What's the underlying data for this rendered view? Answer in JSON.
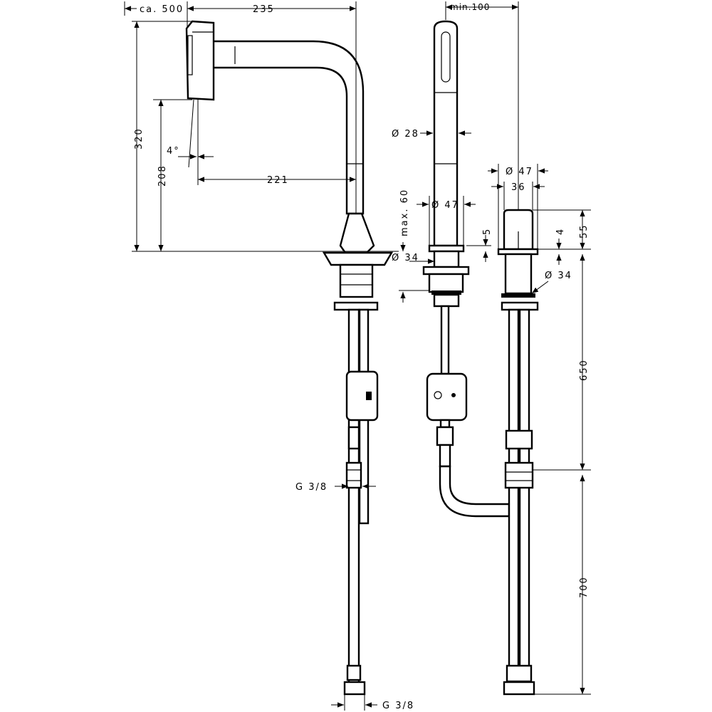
{
  "dimensions": {
    "spray_reach": "ca. 500",
    "spout_reach": "235",
    "min_clearance": "min.100",
    "total_height": "320",
    "spout_height": "208",
    "spray_angle": "4°",
    "outlet_reach": "221",
    "shower_diameter": "Ø 28",
    "shower_base_diameter": "Ø 47",
    "max_thickness": "max. 60",
    "shower_flange_height": "5",
    "shower_thread_diameter": "Ø 34",
    "lever_diameter": "Ø 47",
    "lever_width": "36",
    "lever_flange_height": "4",
    "lever_height": "55",
    "lever_thread_diameter": "Ø 34",
    "hose_length_upper": "650",
    "hose_length_lower": "700",
    "connection_upper": "G 3/8",
    "connection_lower": "G 3/8"
  }
}
